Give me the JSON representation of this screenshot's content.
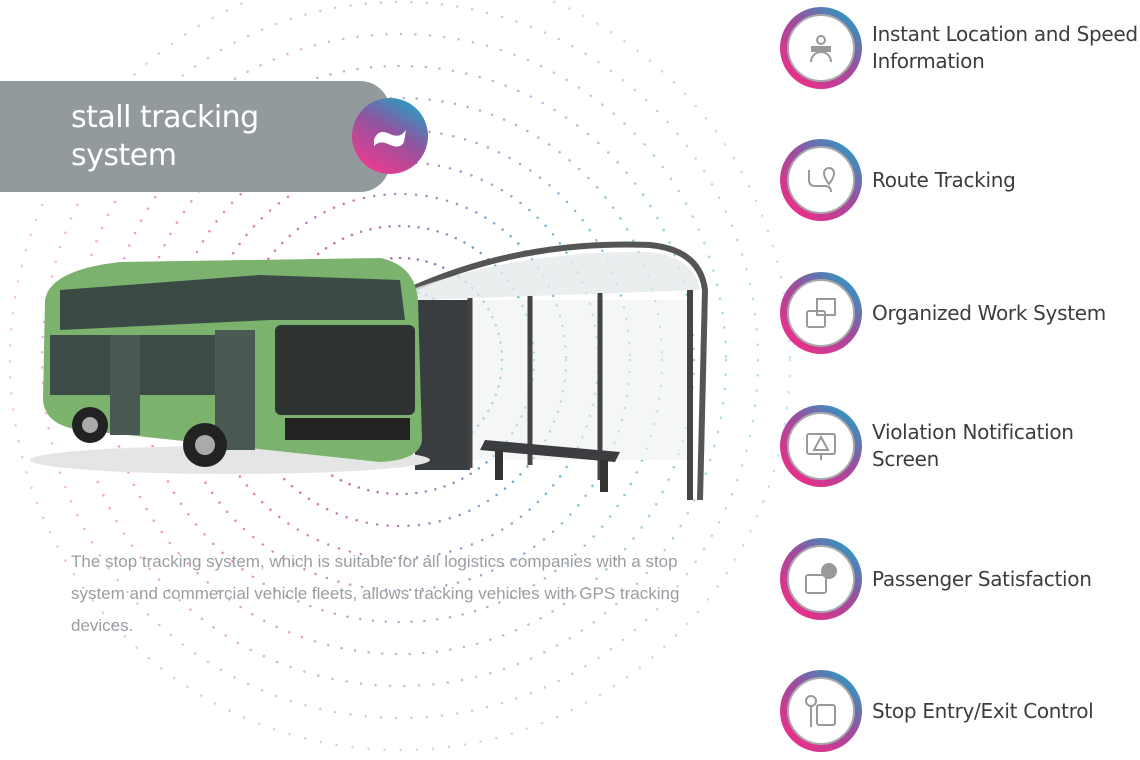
{
  "banner": {
    "title": "stall tracking system",
    "logo_icon": "wave-logo-icon"
  },
  "description": "The stop tracking system, which is suitable for all logistics companies with a stop system and commercial vehicle fleets, allows tracking vehicles with GPS tracking devices.",
  "features": [
    {
      "label": "Instant Location and Speed Information",
      "icon": "map-speedometer-icon"
    },
    {
      "label": "Route Tracking",
      "icon": "route-icon"
    },
    {
      "label": "Organized Work System",
      "icon": "bus-calendar-icon"
    },
    {
      "label": "Violation Notification Screen",
      "icon": "warning-monitor-icon"
    },
    {
      "label": "Passenger Satisfaction",
      "icon": "bus-thumbs-up-icon"
    },
    {
      "label": "Stop Entry/Exit Control",
      "icon": "bus-stop-icon"
    }
  ],
  "colors": {
    "pink": "#e8308a",
    "purple": "#9a4e9f",
    "cyan": "#1ba6c8",
    "banner": "#939a9e",
    "text": "#3d3d3d"
  }
}
